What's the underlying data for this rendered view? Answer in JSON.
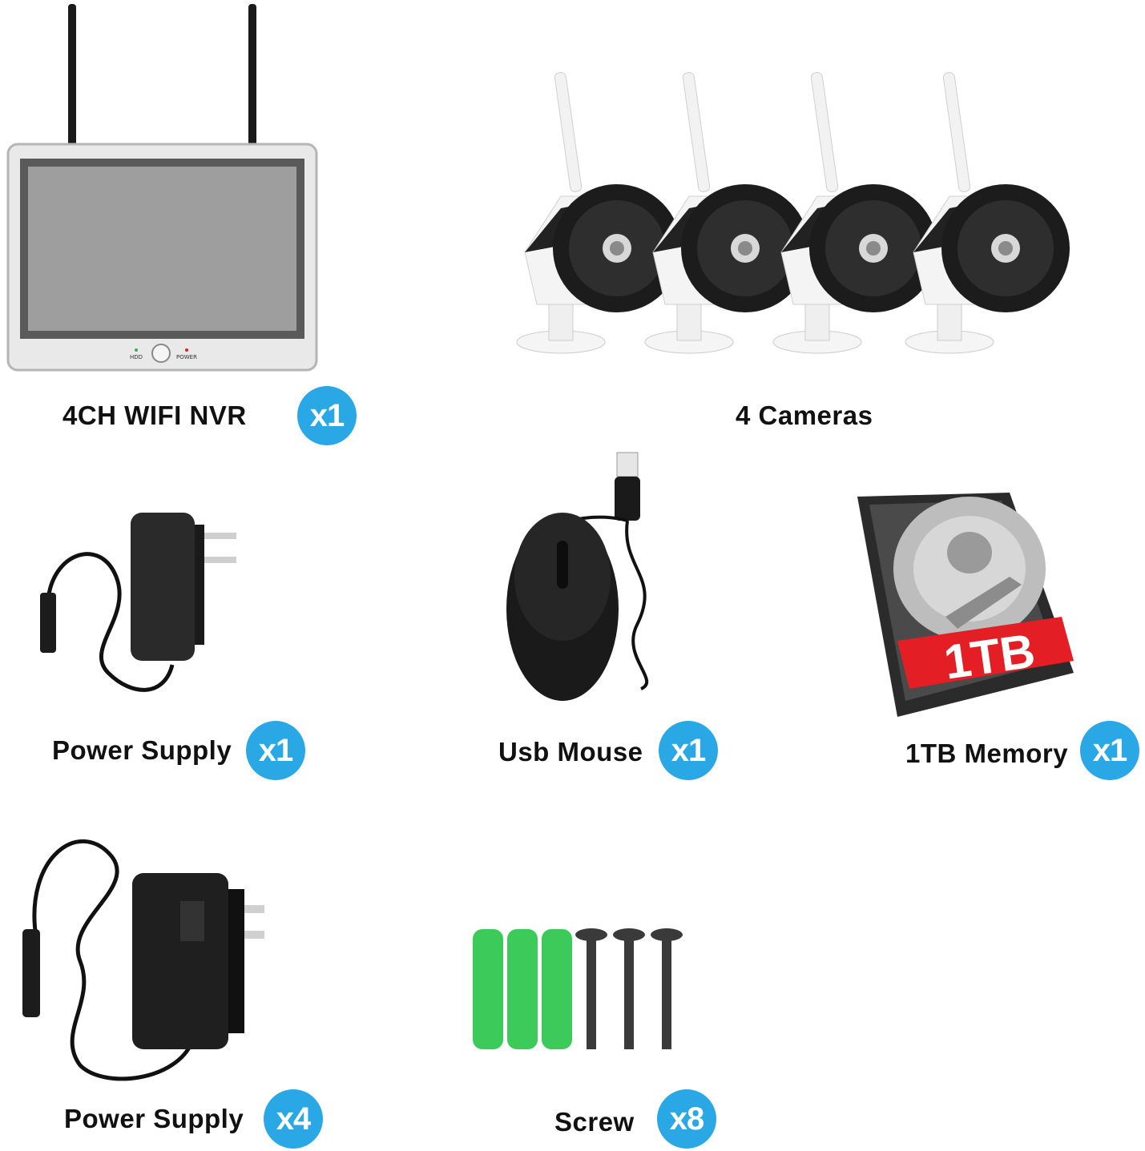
{
  "items": [
    {
      "id": "nvr",
      "label": "4CH WIFI NVR",
      "badge": "x1",
      "screen_labels": [
        "HDD",
        "POWER"
      ]
    },
    {
      "id": "cameras",
      "label": "4 Cameras",
      "badge": ""
    },
    {
      "id": "power-supply-1",
      "label": "Power Supply",
      "badge": "x1"
    },
    {
      "id": "usb-mouse",
      "label": "Usb Mouse",
      "badge": "x1"
    },
    {
      "id": "hdd",
      "label": "1TB Memory",
      "badge": "x1",
      "drive_label": "1TB"
    },
    {
      "id": "power-supply-4",
      "label": "Power Supply",
      "badge": "x4"
    },
    {
      "id": "screw",
      "label": "Screw",
      "badge": "x8"
    }
  ],
  "colors": {
    "badge": "#2aa8e6",
    "hdd_label": "#e31e24",
    "anchors": "#3ccb5a"
  }
}
